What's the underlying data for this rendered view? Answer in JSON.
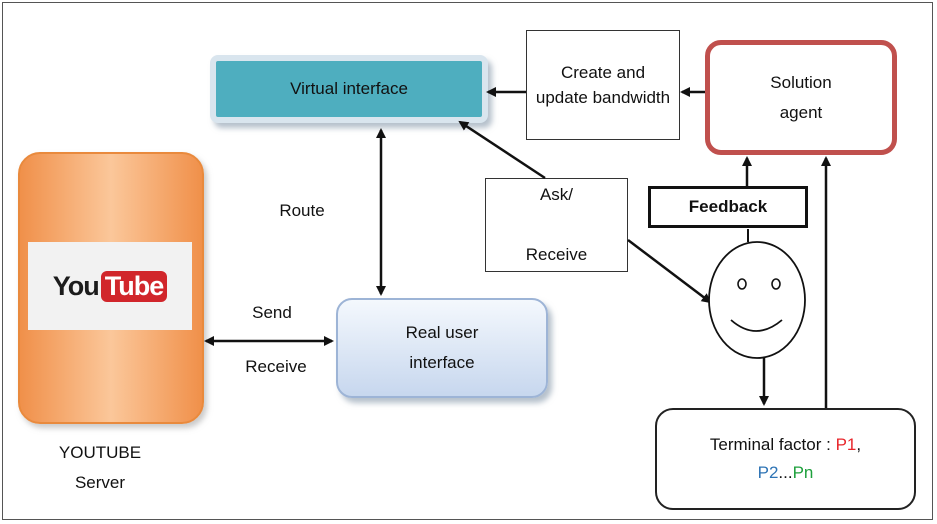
{
  "virtual_interface": {
    "label": "Virtual interface"
  },
  "bandwidth_box": {
    "label": "Create and update bandwidth"
  },
  "solution_agent": {
    "label": "Solution agent"
  },
  "feedback": {
    "label": "Feedback"
  },
  "ask_receive": {
    "top": "Ask/",
    "bottom": "Receive"
  },
  "real_user_interface": {
    "label": "Real user interface"
  },
  "route_label": "Route",
  "send_label": "Send",
  "receive_label": "Receive",
  "youtube_logo": {
    "you": "You",
    "tube": "Tube"
  },
  "server_label": {
    "line1": "YOUTUBE",
    "line2": "Server"
  },
  "terminal": {
    "prefix": "Terminal factor : ",
    "p1": "P1",
    "sep1": ",",
    "p2": "P2",
    "ellipsis": "...",
    "pn": "Pn"
  },
  "colors": {
    "p1": "#e8262b",
    "p2": "#2e74b5",
    "pn": "#1ea03c",
    "virtual_fill": "#4eaebf",
    "agent_border": "#c0504d",
    "server_fill": "#f0904a"
  },
  "icons": {
    "user": "smiley-face-icon"
  }
}
